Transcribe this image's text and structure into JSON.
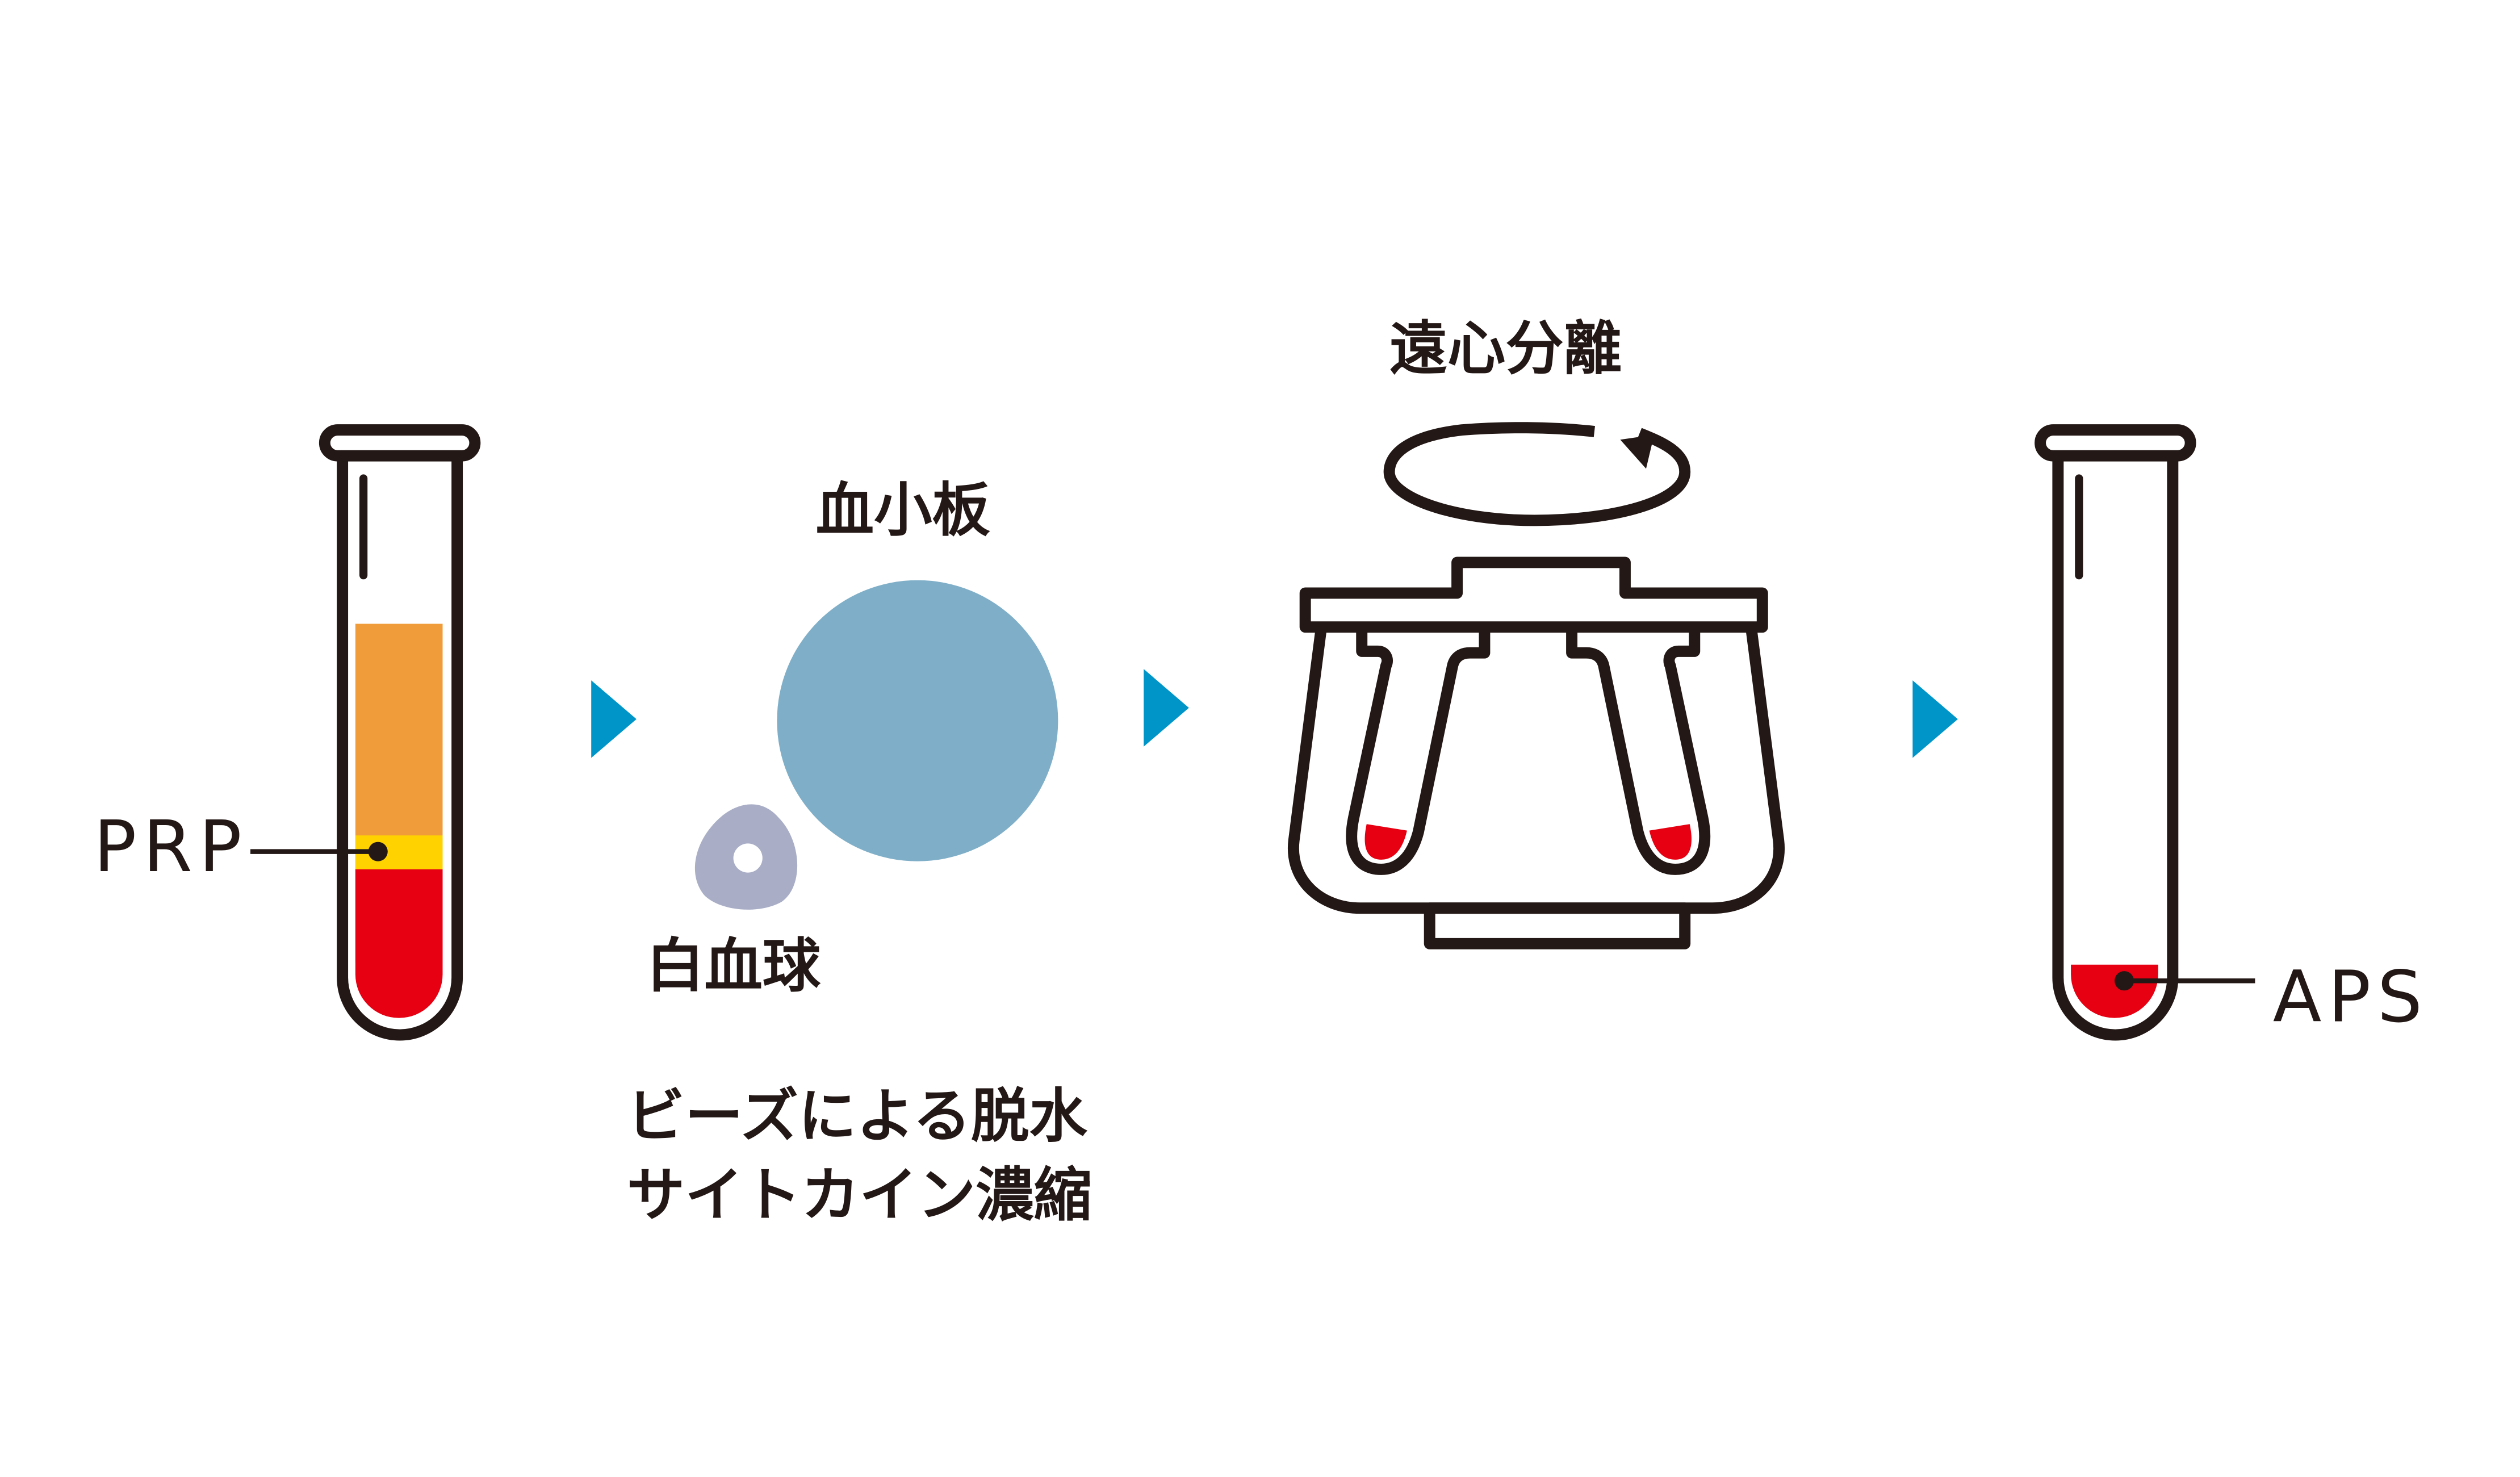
{
  "labels": {
    "prp": "PRP",
    "platelet": "血小板",
    "white_blood_cell": "白血球",
    "step2_line1": "ビーズによる脱水",
    "step2_line2": "サイトカイン濃縮",
    "centrifugation": "遠心分離",
    "aps": "APS"
  },
  "colors": {
    "outline": "#231815",
    "plasma": "#F09C3A",
    "buffy_coat": "#FFD200",
    "red_cells": "#E60012",
    "arrow": "#0095C8",
    "platelet": "#7FAFC8",
    "white_blood_cell": "#A9AEC6"
  }
}
